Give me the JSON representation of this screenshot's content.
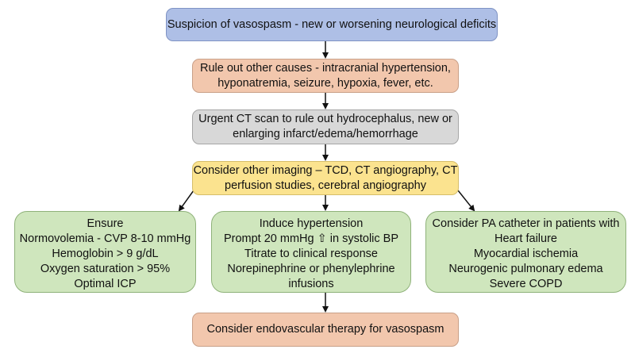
{
  "nodes": {
    "suspicion": {
      "lines": [
        "Suspicion of vasospasm - new or worsening neurological deficits"
      ]
    },
    "rule_out": {
      "lines": [
        "Rule out other causes - intracranial hypertension,",
        "hyponatremia, seizure, hypoxia, fever, etc."
      ]
    },
    "ct_scan": {
      "lines": [
        "Urgent CT scan to rule out hydrocephalus, new or",
        "enlarging infarct/edema/hemorrhage"
      ]
    },
    "imaging": {
      "lines": [
        "Consider other imaging – TCD, CT angiography, CT",
        "perfusion studies, cerebral angiography"
      ]
    },
    "ensure": {
      "lines": [
        "Ensure",
        "Normovolemia - CVP 8-10 mmHg",
        "Hemoglobin > 9 g/dL",
        "Oxygen saturation > 95%",
        "Optimal ICP"
      ]
    },
    "induce": {
      "lines": [
        "Induce hypertension",
        "Prompt 20 mmHg ⇧ in systolic BP",
        "Titrate to clinical response",
        "Norepinephrine or phenylephrine",
        "infusions"
      ]
    },
    "pa_catheter": {
      "lines": [
        "Consider PA catheter in patients with",
        "Heart failure",
        "Myocardial ischemia",
        "Neurogenic pulmonary edema",
        "Severe COPD"
      ]
    },
    "endovascular": {
      "lines": [
        "Consider endovascular therapy for vasospasm"
      ]
    }
  },
  "colors": {
    "blue": "#aebfe6",
    "orange": "#f2c7ad",
    "gray": "#d8d8d8",
    "yellow": "#fbe38f",
    "green": "#cfe6bd",
    "arrow": "#111111"
  }
}
